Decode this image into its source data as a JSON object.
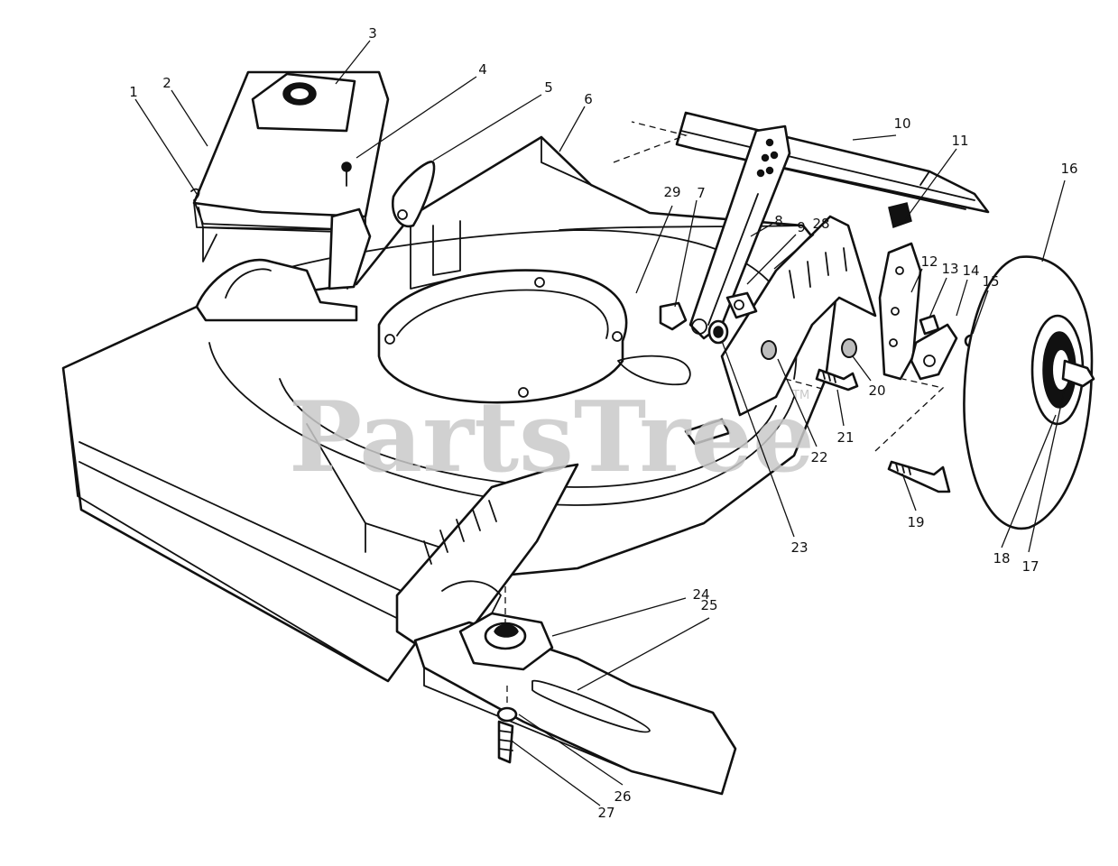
{
  "watermark": {
    "text": "PartsTree",
    "trademark": "TM"
  },
  "callouts": [
    {
      "id": "c1",
      "label": "1"
    },
    {
      "id": "c2",
      "label": "2"
    },
    {
      "id": "c3",
      "label": "3"
    },
    {
      "id": "c4",
      "label": "4"
    },
    {
      "id": "c5",
      "label": "5"
    },
    {
      "id": "c6",
      "label": "6"
    },
    {
      "id": "c7",
      "label": "7"
    },
    {
      "id": "c8",
      "label": "8"
    },
    {
      "id": "c9",
      "label": "9"
    },
    {
      "id": "c10",
      "label": "10"
    },
    {
      "id": "c11",
      "label": "11"
    },
    {
      "id": "c12",
      "label": "12"
    },
    {
      "id": "c13",
      "label": "13"
    },
    {
      "id": "c14",
      "label": "14"
    },
    {
      "id": "c15",
      "label": "15"
    },
    {
      "id": "c16",
      "label": "16"
    },
    {
      "id": "c17",
      "label": "17"
    },
    {
      "id": "c18",
      "label": "18"
    },
    {
      "id": "c19",
      "label": "19"
    },
    {
      "id": "c20",
      "label": "20"
    },
    {
      "id": "c21",
      "label": "21"
    },
    {
      "id": "c22",
      "label": "22"
    },
    {
      "id": "c23",
      "label": "23"
    },
    {
      "id": "c24",
      "label": "24"
    },
    {
      "id": "c25",
      "label": "25"
    },
    {
      "id": "c26",
      "label": "26"
    },
    {
      "id": "c27",
      "label": "27"
    },
    {
      "id": "c28",
      "label": "28"
    },
    {
      "id": "c29",
      "label": "29"
    }
  ]
}
